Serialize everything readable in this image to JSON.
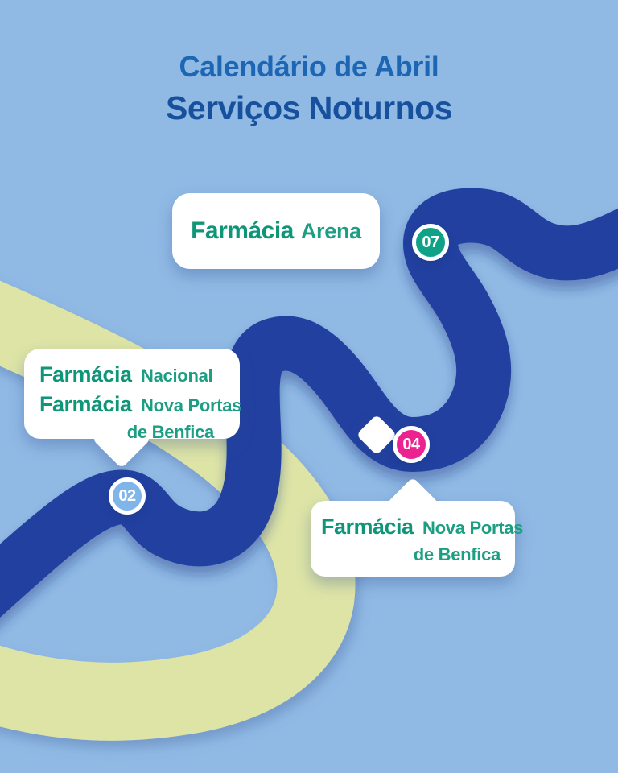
{
  "title": {
    "line1": "Calendário de Abril",
    "line2": "Serviços Noturnos"
  },
  "cards": {
    "arena": {
      "brand": "Farmácia",
      "name": "Arena"
    },
    "nacional": {
      "line1_brand": "Farmácia",
      "line1_name": "Nacional",
      "line2_brand": "Farmácia",
      "line2_name": "Nova Portas",
      "line3": "de Benfica"
    },
    "nova_portas": {
      "brand": "Farmácia",
      "name_line1": "Nova Portas",
      "name_line2": "de Benfica"
    }
  },
  "badges": {
    "b07": {
      "number": "07",
      "color": "#0FA286"
    },
    "b04": {
      "number": "04",
      "color": "#EC2290"
    },
    "b02": {
      "number": "02",
      "color": "#7FB5E9"
    }
  },
  "colors": {
    "bg": "#90B9E4",
    "road": "#2140A0",
    "ribbon": "#DDE4A6",
    "brand_green": "#0F9679",
    "name_green": "#1C9E82",
    "title_blue": "#1C66B4",
    "title_dark": "#17519E",
    "card_bg": "#FFFFFF",
    "badge_text": "#FFFFFF"
  }
}
